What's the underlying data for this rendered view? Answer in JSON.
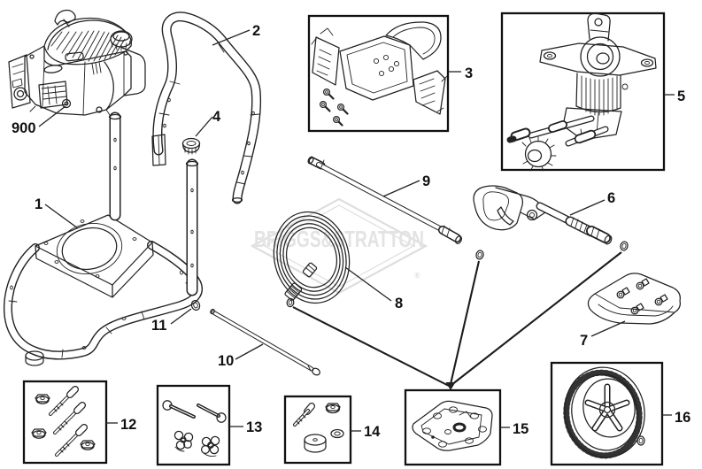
{
  "diagram": {
    "kind": "exploded-parts-diagram",
    "background": "#ffffff",
    "line_color": "#222222",
    "label_color": "#111111",
    "box_border_color": "#111111"
  },
  "watermark": {
    "brand": "BRIGGS&STRATTON",
    "registered_mark": "®",
    "color": "#e3e3e3"
  },
  "callouts": {
    "c900": "900",
    "c1": "1",
    "c2": "2",
    "c3": "3",
    "c4": "4",
    "c5": "5",
    "c6": "6",
    "c7": "7",
    "c8": "8",
    "c9": "9",
    "c10": "10",
    "c11": "11",
    "c12": "12",
    "c13": "13",
    "c14": "14",
    "c15": "15",
    "c16": "16"
  },
  "boxed_callouts": [
    "3",
    "5",
    "12",
    "13",
    "14",
    "15",
    "16"
  ]
}
